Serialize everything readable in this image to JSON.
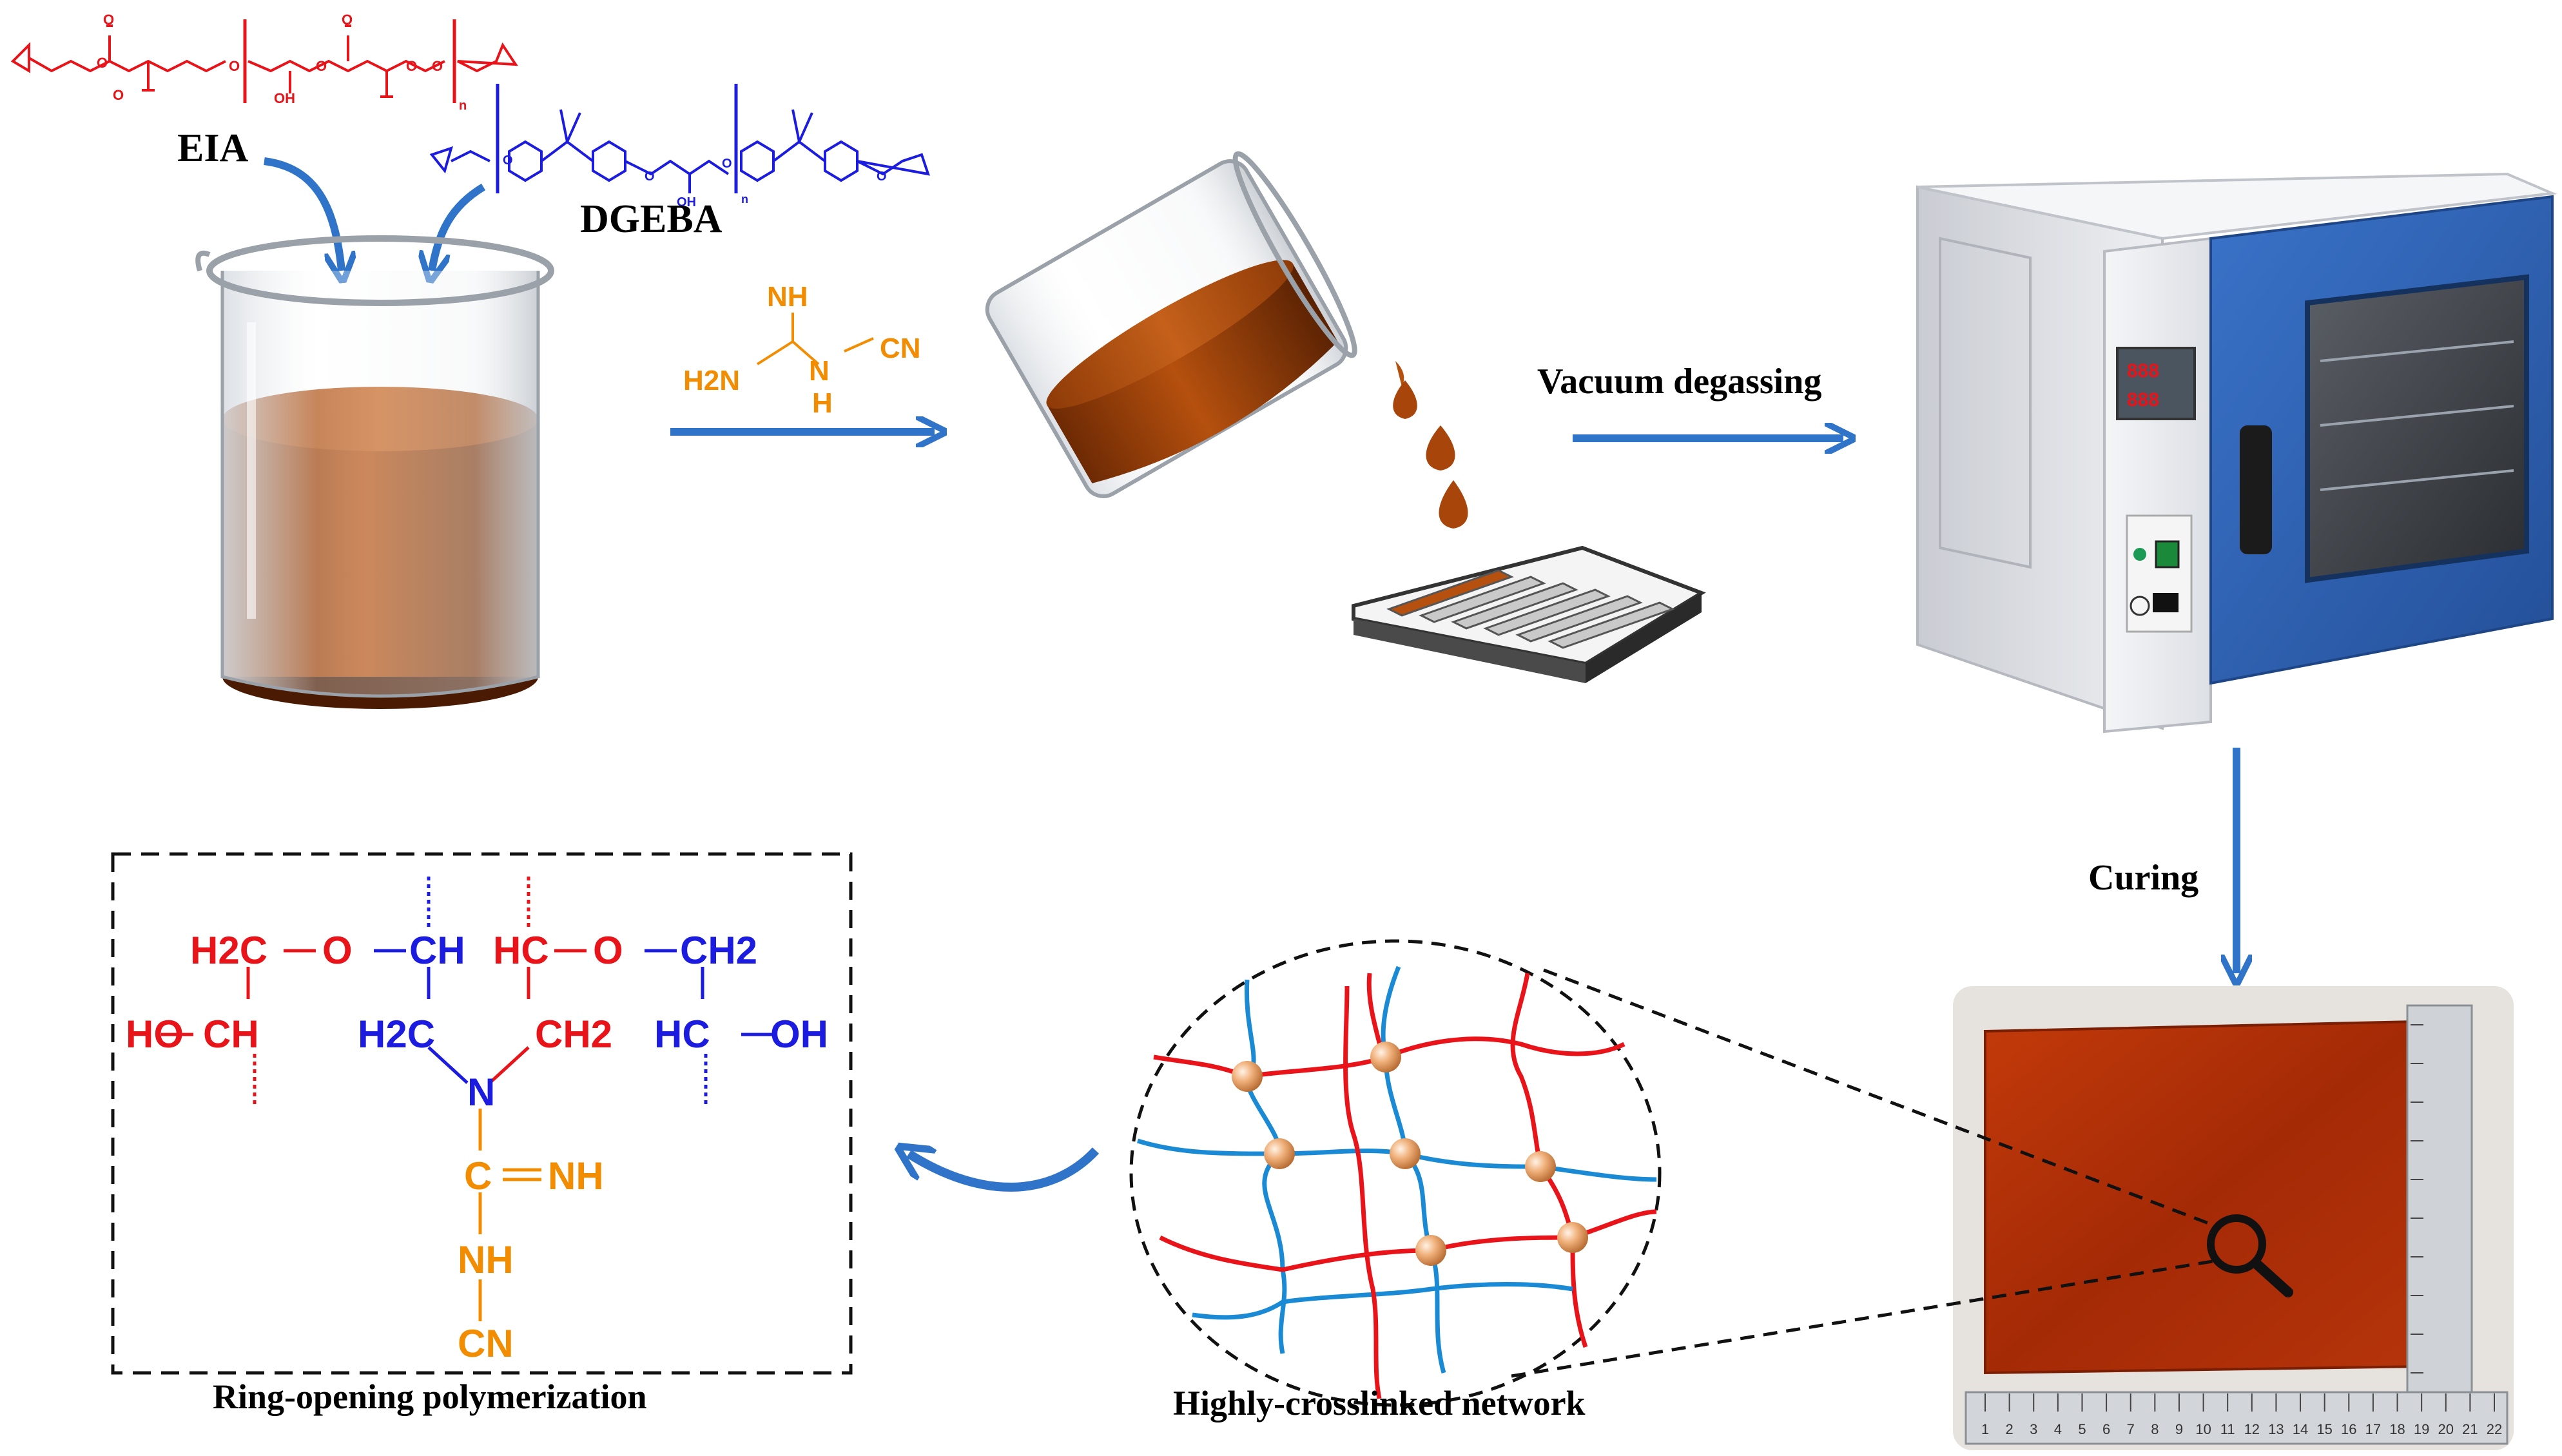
{
  "colors": {
    "arrow": "#2f74c8",
    "eia": "#e8141a",
    "dgeba": "#1c1ce0",
    "dicy": "#f28c00",
    "resin": "#a8450a",
    "oven_body": "#e8eaee",
    "oven_door": "#2f63b8"
  },
  "labels": {
    "eia": "EIA",
    "dgeba": "DGEBA",
    "vacuum": "Vacuum degassing",
    "curing": "Curing",
    "network": "Highly-crosslinked network",
    "ring_opening": "Ring-opening polymerization",
    "eia_repeat": "n",
    "dgeba_repeat": "n"
  },
  "dicy": {
    "nh_top": "NH",
    "h2n": "H2N",
    "n_h": "H",
    "cn": "CN"
  },
  "product": {
    "r1": [
      "H2C",
      "O",
      "CH",
      "HC",
      "O",
      "CH2"
    ],
    "r2": [
      "HO",
      "CH",
      "H2C",
      "CH2",
      "HC",
      "OH"
    ],
    "n": "N",
    "c_imine": "C",
    "nh_imine": "NH",
    "nh": "NH",
    "cn": "CN"
  },
  "ruler_ticks": [
    "1",
    "2",
    "3",
    "4",
    "5",
    "6",
    "7",
    "8",
    "9",
    "10",
    "11",
    "12",
    "13",
    "14",
    "15",
    "16",
    "17",
    "18",
    "19",
    "20",
    "21",
    "22"
  ],
  "oven_panel": {
    "display1": "888",
    "display2": "888"
  }
}
